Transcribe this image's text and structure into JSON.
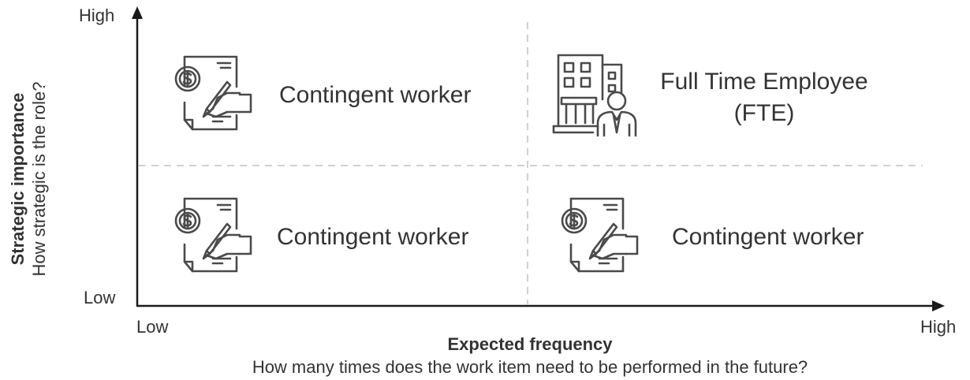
{
  "axes": {
    "y_high": "High",
    "y_low": "Low",
    "x_low": "Low",
    "x_high": "High",
    "x_title": "Expected frequency",
    "x_subtitle": "How many times does the work item need to be performed in the future?",
    "y_title": "Strategic importance",
    "y_subtitle": "How strategic is the role?"
  },
  "quadrants": {
    "top_left": {
      "label": "Contingent worker",
      "icon": "contract-payment-icon"
    },
    "top_right": {
      "label_line1": "Full Time Employee",
      "label_line2": "(FTE)",
      "icon": "office-building-employee-icon"
    },
    "bottom_left": {
      "label": "Contingent worker",
      "icon": "contract-payment-icon"
    },
    "bottom_right": {
      "label": "Contingent worker",
      "icon": "contract-payment-icon"
    }
  },
  "colors": {
    "axis": "#1a1a1a",
    "divider": "#d0d0d0",
    "icon": "#4a4a4a",
    "text": "#333333"
  }
}
